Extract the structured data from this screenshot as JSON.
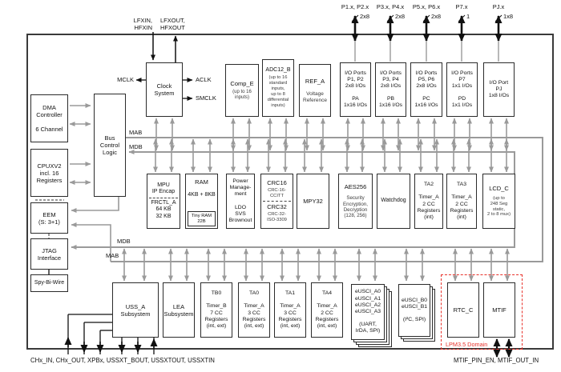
{
  "colors": {
    "bus_gray": "#9a9a9a",
    "accent_red": "#e8312a",
    "line_black": "#111111"
  },
  "pins": [
    {
      "name": "P1.x, P2.x",
      "width": "2x8"
    },
    {
      "name": "P3.x, P4.x",
      "width": "2x8"
    },
    {
      "name": "P5.x, P6.x",
      "width": "2x8"
    },
    {
      "name": "P7.x",
      "width": "1"
    },
    {
      "name": "PJ.x",
      "width": "1x8"
    }
  ],
  "clock_pins": {
    "in": "LFXIN,\nHFXIN",
    "out": "LFXOUT,\nHFXOUT"
  },
  "clock_signals": {
    "mclk": "MCLK",
    "aclk": "ACLK",
    "smclk": "SMCLK"
  },
  "bus": {
    "mab": "MAB",
    "mdb": "MDB"
  },
  "blocks": {
    "clock": {
      "text": "Clock\nSystem"
    },
    "comp": {
      "title": "Comp_E",
      "sub": "(up to 16\ninputs)"
    },
    "adc": {
      "title": "ADC12_B",
      "sub": "(up to 16\nstandard\ninputs,\nup to 8\ndifferential\ninputs)"
    },
    "ref": {
      "title": "REF_A",
      "sub": "Voltage\nReference"
    },
    "port12": {
      "text": "I/O Ports\nP1, P2\n2x8 I/Os\n\nPA\n1x16 I/Os"
    },
    "port34": {
      "text": "I/O Ports\nP3, P4\n2x8 I/Os\n\nPB\n1x16 I/Os"
    },
    "port56": {
      "text": "I/O Ports\nP5, P6\n2x8 I/Os\n\nPC\n1x16 I/Os"
    },
    "port7": {
      "text": "I/O Ports\nP7\n1x1 I/Os\n\nPD\n1x1 I/Os"
    },
    "portj": {
      "text": "I/O Port\nPJ\n1x8 I/Os"
    },
    "dma": {
      "text": "DMA\nController\n\n6 Channel"
    },
    "busctl": {
      "text": "Bus\nControl\nLogic"
    },
    "cpu": {
      "text": "CPUXV2\nincl. 16\nRegisters"
    },
    "eem": {
      "text": "EEM\n(S: 3+1)"
    },
    "jtag": {
      "text": "JTAG\nInterface"
    },
    "sbw": {
      "text": "Spy-Bi-Wire"
    },
    "mpu": {
      "top": "MPU\nIP Encap",
      "bottom": "FRCTL_A\n64 KB\n32 KB"
    },
    "ram": {
      "title": "RAM",
      "size": "4KB + 8KB",
      "tiny": "Tiny RAM\n22B"
    },
    "pmm": {
      "text": "Power\nManage-\nment\n\nLDO\nSVS\nBrownout"
    },
    "crc": {
      "top": "CRC16",
      "top_sub": "CRC-16-\nCCITT",
      "bottom": "CRC32",
      "bottom_sub": "CRC-32-\nISO-3309"
    },
    "mpy": {
      "title": "MPY32"
    },
    "aes": {
      "title": "AES256",
      "sub": "Security\nEncryption,\nDecryption\n(128, 256)"
    },
    "wdt": {
      "title": "Watchdog"
    },
    "ta2": {
      "text": "TA2\n\nTimer_A\n2 CC\nRegisters\n(int)"
    },
    "ta3": {
      "text": "TA3\n\nTimer_A\n2 CC\nRegisters\n(int)"
    },
    "lcd": {
      "title": "LCD_C",
      "sub": "(up to\n248 Seg\nstatic,\n2 to 8 mux)"
    },
    "uss": {
      "text": "USS_A\nSubsystem"
    },
    "lea": {
      "text": "LEA\nSubsystem"
    },
    "tb0": {
      "text": "TB0\n\nTimer_B\n7 CC\nRegisters\n(int, ext)"
    },
    "ta0": {
      "text": "TA0\n\nTimer_A\n3 CC\nRegisters\n(int, ext)"
    },
    "ta1": {
      "text": "TA1\n\nTimer_A\n3 CC\nRegisters\n(int, ext)"
    },
    "ta4": {
      "text": "TA4\n\nTimer_A\n2 CC\nRegisters\n(int, ext)"
    },
    "usci_a": {
      "text": "eUSCI_A0\neUSCI_A1\neUSCI_A2\neUSCI_A3\n\n(UART,\nIrDA, SPI)"
    },
    "usci_b": {
      "text": "eUSCI_B0\neUSCI_B1\n\n(I²C, SPI)"
    },
    "rtc": {
      "title": "RTC_C"
    },
    "mtif": {
      "title": "MTIF"
    }
  },
  "lpm_domain": "LPM3.5 Domain",
  "bottom_labels": {
    "left": "CHx_IN, CHx_OUT, XPBx, USSXT_BOUT, USSXTOUT, USSXTIN",
    "right": "MTIF_PIN_EN, MTIF_OUT_IN"
  }
}
